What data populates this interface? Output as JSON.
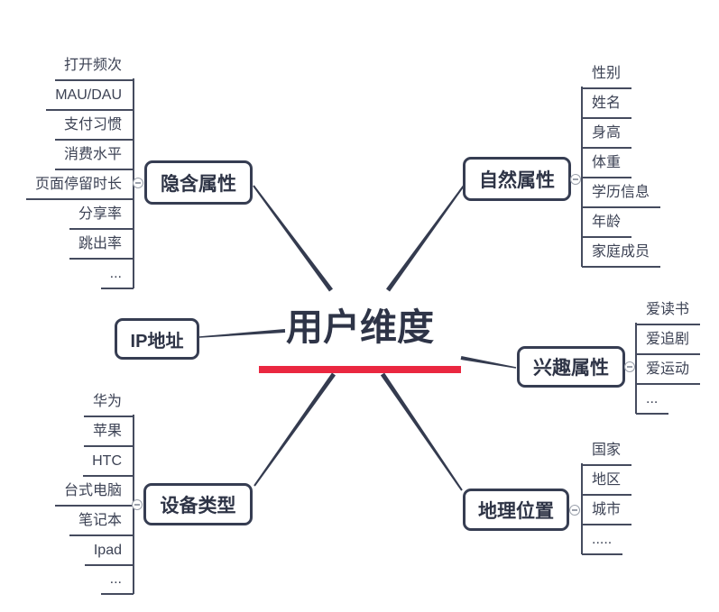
{
  "colors": {
    "accent": "#ea2740",
    "ink": "#343b4f",
    "thin_line": "#454b5e",
    "handle": "#9aa0ab"
  },
  "center": {
    "label": "用户维度"
  },
  "branches": [
    {
      "label": "隐含属性",
      "side": "left",
      "children": [
        "打开频次",
        "MAU/DAU",
        "支付习惯",
        "消费水平",
        "页面停留时长",
        "分享率",
        "跳出率",
        "..."
      ]
    },
    {
      "label": "自然属性",
      "side": "right",
      "children": [
        "性别",
        "姓名",
        "身高",
        "体重",
        "学历信息",
        "年龄",
        "家庭成员"
      ]
    },
    {
      "label": "IP地址",
      "side": "left",
      "children": []
    },
    {
      "label": "兴趣属性",
      "side": "right",
      "children": [
        "爱读书",
        "爱追剧",
        "爱运动",
        "..."
      ]
    },
    {
      "label": "设备类型",
      "side": "left",
      "children": [
        "华为",
        "苹果",
        "HTC",
        "台式电脑",
        "笔记本",
        "Ipad",
        "..."
      ]
    },
    {
      "label": "地理位置",
      "side": "right",
      "children": [
        "国家",
        "地区",
        "城市",
        "....."
      ]
    }
  ]
}
